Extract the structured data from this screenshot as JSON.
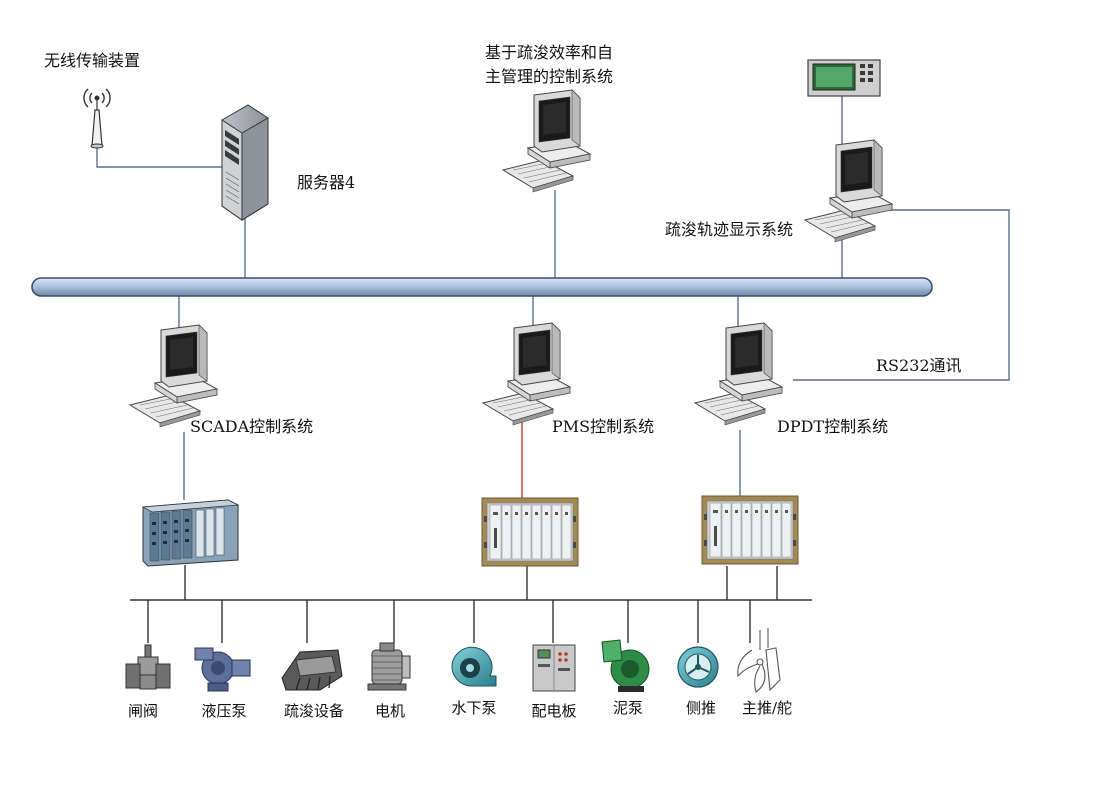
{
  "diagram": {
    "wireless": "无线传输装置",
    "server": "服务器4",
    "efficiency_line1": "基于疏浚效率和自",
    "efficiency_line2": "主管理的控制系统",
    "trajectory": "疏浚轨迹显示系统",
    "rs232": "RS232通讯",
    "scada": "SCADA控制系统",
    "pms": "PMS控制系统",
    "dpdt": "DPDT控制系统",
    "devices": [
      "闸阀",
      "液压泵",
      "疏浚设备",
      "电机",
      "水下泵",
      "配电板",
      "泥泵",
      "侧推",
      "主推/舵"
    ]
  },
  "colors": {
    "bus_fill": "#a9bfdc",
    "bus_stroke": "#3b4f6e",
    "link": "#5a6f96",
    "pms_link": "#d83a2a"
  }
}
